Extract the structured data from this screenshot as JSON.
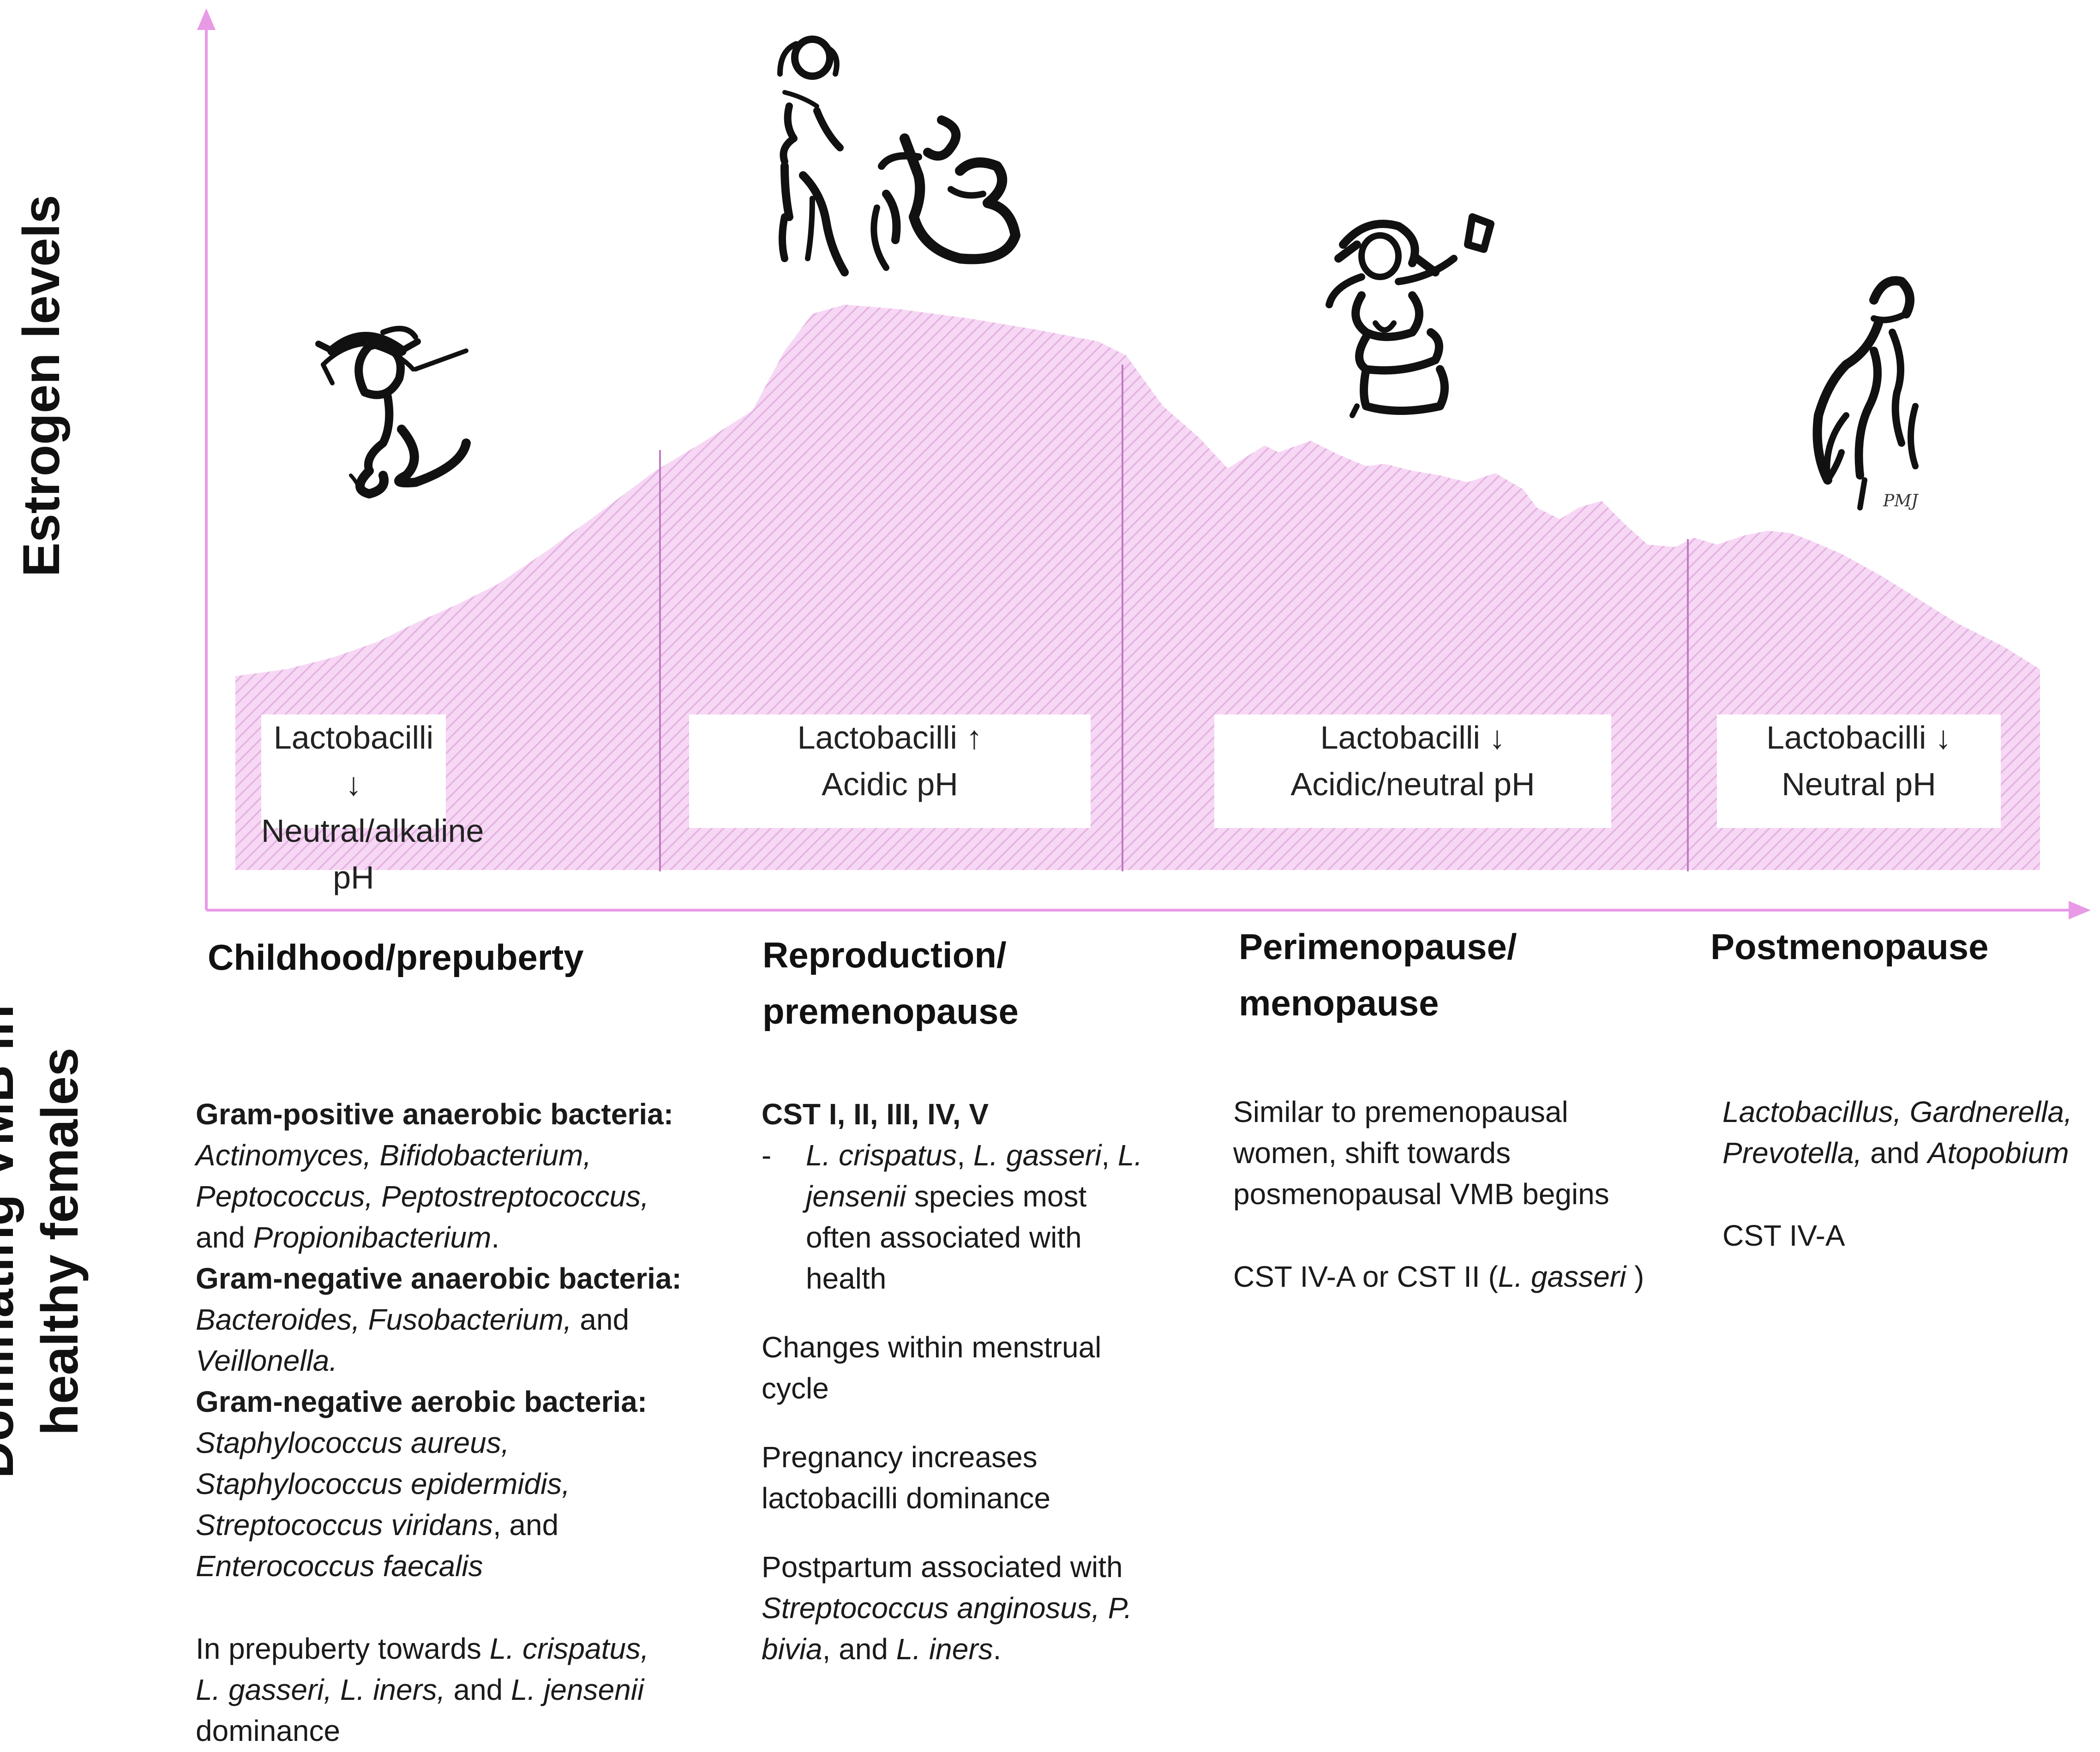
{
  "axes": {
    "y_label": "Estrogen levels",
    "bottom_label_line1": "Dominating VMB in",
    "bottom_label_line2": "healthy females"
  },
  "colors": {
    "axis": "#e89ae6",
    "area_fill": "#f6d8f4",
    "area_hatch": "#e6b2e3",
    "divider": "#c07ac0"
  },
  "signature": "PMJ",
  "stages": [
    {
      "title_line1": "Childhood/prepuberty",
      "title_line2": "",
      "lactobacilli": "Lactobacilli ↓",
      "ph": "Neutral/alkaline pH"
    },
    {
      "title_line1": "Reproduction/",
      "title_line2": "premenopause",
      "lactobacilli": "Lactobacilli ↑",
      "ph": "Acidic pH"
    },
    {
      "title_line1": "Perimenopause/",
      "title_line2": "menopause",
      "lactobacilli": "Lactobacilli ↓",
      "ph": "Acidic/neutral pH"
    },
    {
      "title_line1": "Postmenopause",
      "title_line2": "",
      "lactobacilli": "Lactobacilli ↓",
      "ph": "Neutral pH"
    }
  ],
  "vmb": {
    "childhood": {
      "gp_heading": "Gram-positive anaerobic bacteria:",
      "gp_line1": "Actinomyces, Bifidobacterium,",
      "gp_line2": "Peptococcus, Peptostreptococcus,",
      "gp_line3_and": "and ",
      "gp_line3_taxon": "Propionibacterium",
      "gp_line3_end": ".",
      "gn_heading": "Gram-negative anaerobic bacteria:",
      "gn_line1_taxa": "Bacteroides, Fusobacterium,",
      "gn_line1_and": " and",
      "gn_line2": "Veillonella.",
      "ga_heading": "Gram-negative aerobic bacteria:",
      "ga_line1": "Staphylococcus aureus,",
      "ga_line2": "Staphylococcus epidermidis,",
      "ga_line3_taxon": "Streptococcus viridans",
      "ga_line3_and": ", and",
      "ga_line4": "Enterococcus faecalis",
      "pre_text1": "In prepuberty towards ",
      "pre_taxon1": "L. crispatus,",
      "pre_taxon2": "L. gasseri, L. iners,",
      "pre_and": " and ",
      "pre_taxon3": "L. jensenii",
      "pre_end": "dominance"
    },
    "reproduction": {
      "cst": "CST I, II, III,  IV, V",
      "dash": "-",
      "sp_taxon1": "L. crispatus",
      "sp_comma1": ", ",
      "sp_taxon2": "L. gasseri",
      "sp_comma2": ", ",
      "sp_taxon3a": "L.",
      "sp_taxon3b": "jensenii",
      "sp_text1": " species most",
      "sp_text2": "often associated with",
      "sp_text3": "health",
      "menstrual1": "Changes within menstrual",
      "menstrual2": "cycle",
      "pregnancy1": "Pregnancy increases",
      "pregnancy2": "lactobacilli dominance",
      "postpartum1": "Postpartum associated with",
      "postpartum_taxon1": "Streptococcus anginosus, P.",
      "postpartum_taxon2": "bivia",
      "postpartum_and": ", and ",
      "postpartum_taxon3": "L. iners",
      "postpartum_end": "."
    },
    "perimenopause": {
      "line1": "Similar to premenopausal",
      "line2": "women, shift towards",
      "line3": "posmenopausal VMB begins",
      "cst_text": "CST IV-A or CST II (",
      "cst_taxon": "L. gasseri",
      "cst_end": " )"
    },
    "postmenopause": {
      "line1": "Lactobacillus, Gardnerella,",
      "line2_taxon": "Prevotella,",
      "line2_and": " and ",
      "line2_taxon2": "Atopobium",
      "cst": "CST IV-A"
    }
  }
}
